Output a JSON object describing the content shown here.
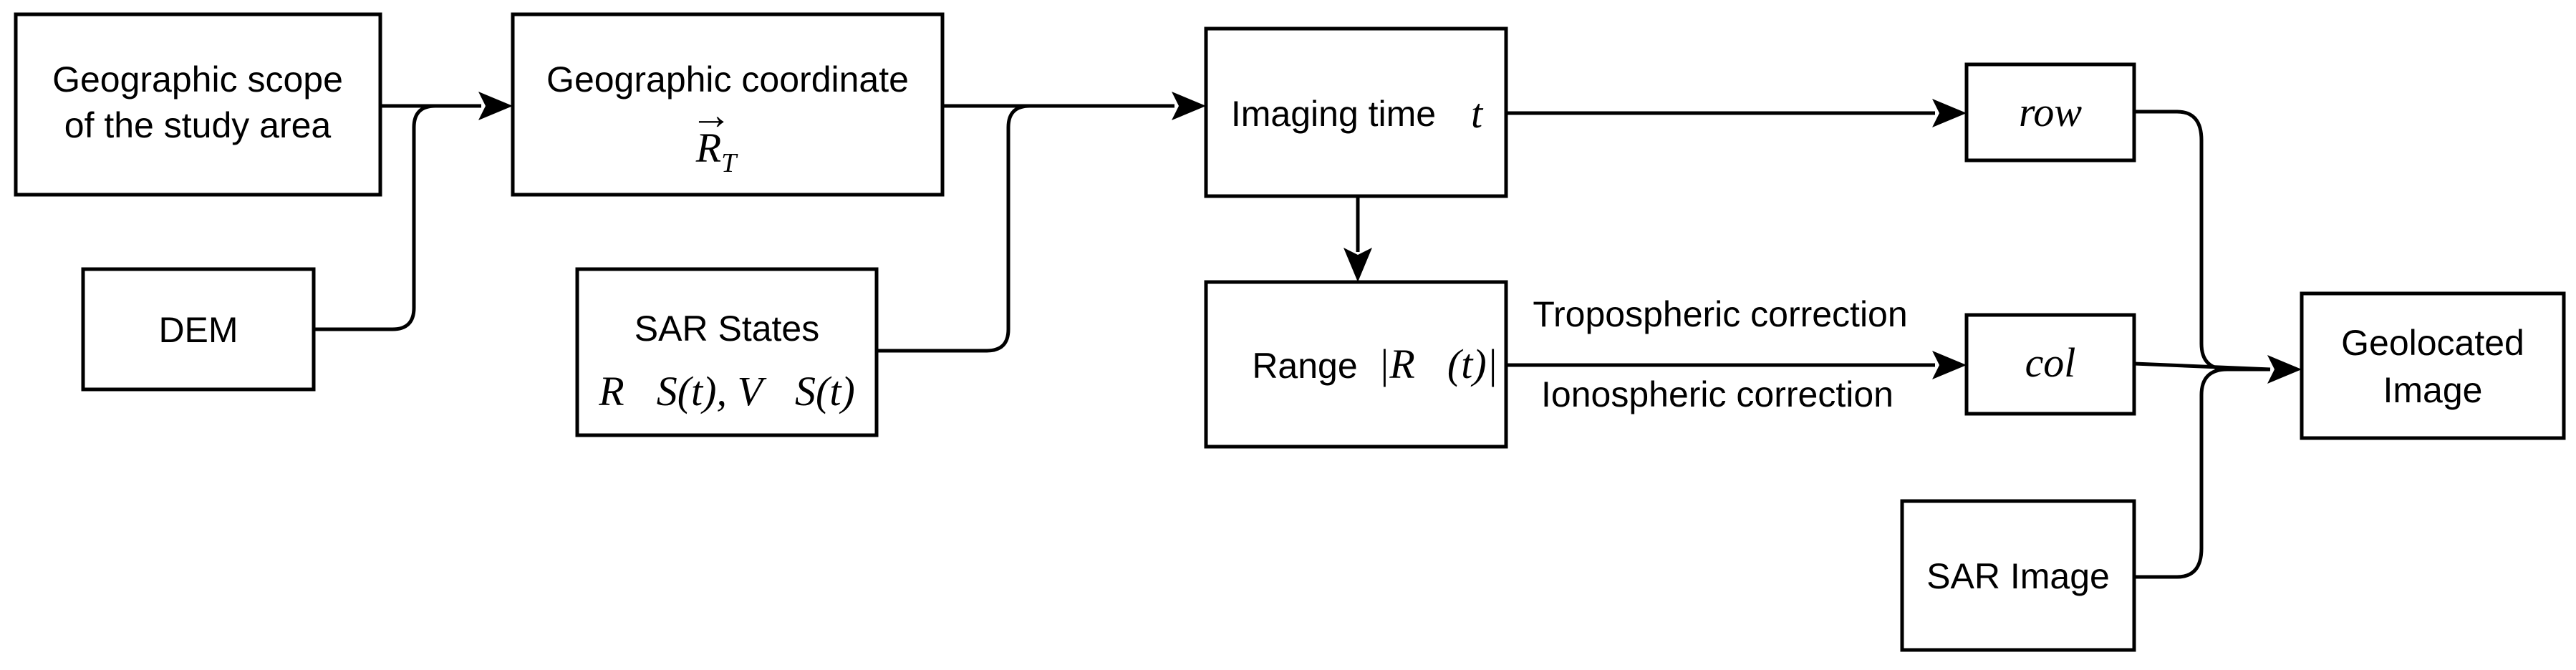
{
  "nodes": {
    "scope": {
      "line1": "Geographic scope",
      "line2": "of the study area"
    },
    "dem": {
      "label": "DEM"
    },
    "geo_coord": {
      "label": "Geographic coordinate",
      "math_base": "R",
      "math_sub": "T",
      "math_arrow": "→"
    },
    "sar_states": {
      "label": "SAR States",
      "math": "R⃗S(t), V⃗S(t)"
    },
    "imaging_time": {
      "label": "Imaging time",
      "math": "t"
    },
    "range": {
      "label": "Range",
      "math": "|R⃗(t)|"
    },
    "row": {
      "label": "row"
    },
    "col": {
      "label": "col"
    },
    "sar_image": {
      "label": "SAR Image"
    },
    "geolocated": {
      "line1": "Geolocated",
      "line2": "Image"
    }
  },
  "edge_labels": {
    "tropo": "Tropospheric correction",
    "iono": "Ionospheric correction"
  }
}
